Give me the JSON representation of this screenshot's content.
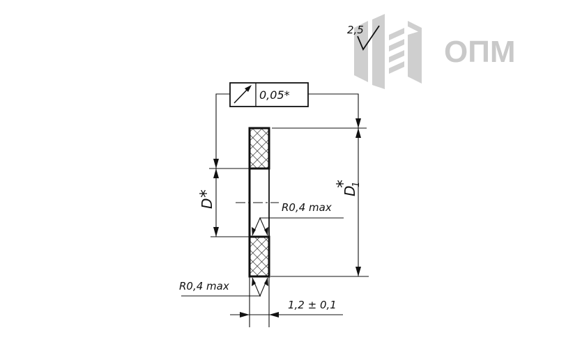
{
  "logo": {
    "text": "ОПМ",
    "color": "#c9c9c9"
  },
  "roughness": {
    "value": "2,5"
  },
  "tolerance_frame": {
    "symbol": "radial-runout-icon",
    "value": "0,05*"
  },
  "dimensions": {
    "inner_diameter": "D",
    "inner_diameter_mark": "*",
    "outer_diameter": "D",
    "outer_diameter_sub": "1",
    "outer_diameter_mark": "*",
    "radius_inner": "R0,4 max",
    "radius_outer": "R0,4 max",
    "thickness": "1,2 ± 0,1"
  },
  "colors": {
    "line": "#111111",
    "logo": "#c9c9c9"
  }
}
